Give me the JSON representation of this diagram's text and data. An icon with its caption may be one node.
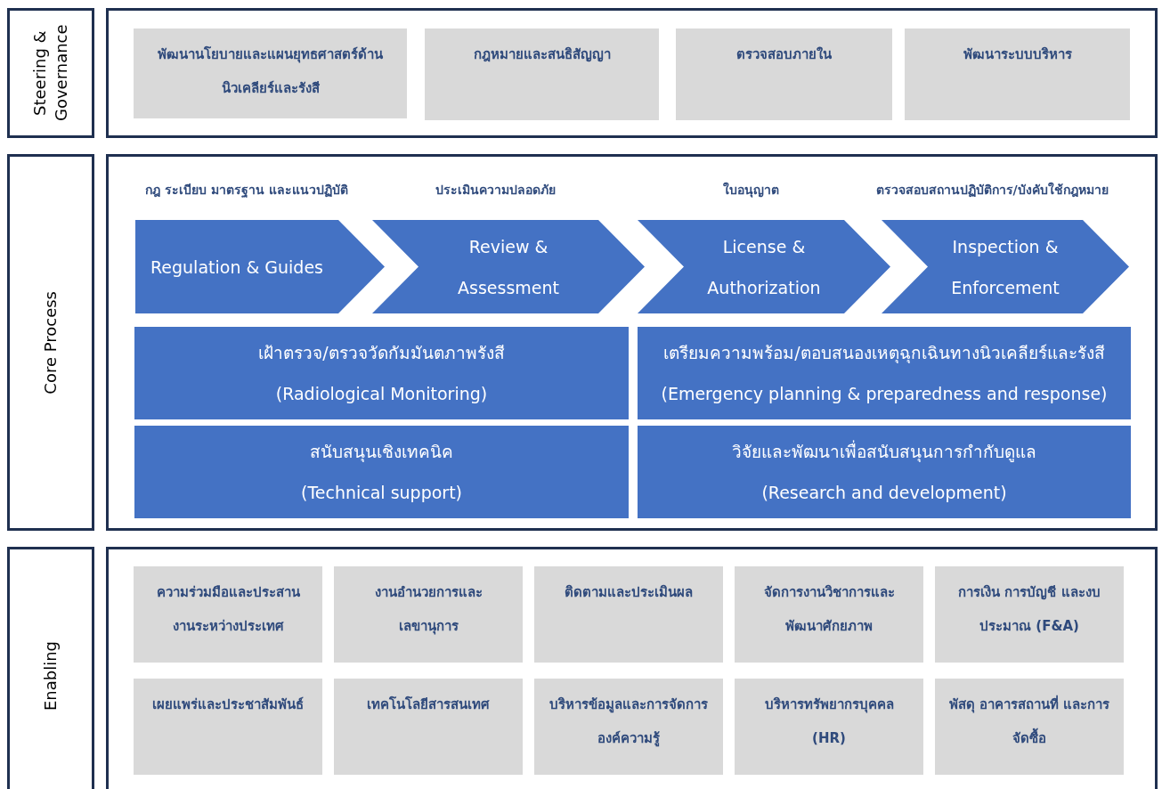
{
  "diagram": {
    "nodes": [
      {
        "text": [
          "Steering & Governance"
        ]
      },
      {
        "text": [],
        "shape": "box"
      },
      {
        "text": [
          "พัฒนานโยบายและแผนยุทธศาสตร์ด้านนิวเคลียร์และรังสี"
        ],
        "in": 1
      },
      {
        "text": [
          "กฎหมายและสนธิสัญญา"
        ],
        "in": 1
      },
      {
        "text": [
          "ตรวจสอบภายใน"
        ],
        "in": 1
      },
      {
        "text": [
          "พัฒนาระบบบริหาร"
        ],
        "in": 1
      },
      {
        "text": [
          "Core Process"
        ]
      },
      {
        "text": [],
        "shape": "box"
      },
      {
        "text": [
          "กฎ ระเบียบ มาตรฐาน และแนวปฏิบัติ",
          "Regulation & Guides"
        ],
        "in": 7
      },
      {
        "text": [
          "ประเมินความปลอดภัย",
          "Review & Assessment"
        ],
        "in": 7
      },
      {
        "text": [
          "ใบอนุญาต",
          "License & Authorization"
        ],
        "in": 7
      },
      {
        "text": [
          "ตรวจสอบสถานปฏิบัติการ/บังคับใช้กฎหมาย",
          "Inspection & Enforcement"
        ],
        "in": 7
      },
      {
        "text": [
          "เฝ้าตรวจ/ตรวจวัดกัมมันตภาพรังสี",
          "(Radiological Monitoring)"
        ],
        "in": 7
      },
      {
        "text": [
          "เตรียมความพร้อม/ตอบสนองเหตุฉุกเฉินทางนิวเคลียร์และรังสี",
          "(Emergency planning & preparedness and response)"
        ],
        "in": 7
      },
      {
        "text": [
          "สนับสนุนเชิงเทคนิค",
          "(Technical support)"
        ],
        "in": 7
      },
      {
        "text": [
          "วิจัยและพัฒนาเพื่อสนับสนุนการกำกับดูแล",
          "(Research and development)"
        ],
        "in": 7
      },
      {
        "text": [
          "Enabling"
        ]
      },
      {
        "text": [],
        "shape": "box"
      },
      {
        "text": [
          "ความร่วมมือและประสานงานระหว่างประเทศ"
        ],
        "in": 17
      },
      {
        "text": [
          "งานอำนวยการและเลขานุการ"
        ],
        "in": 17
      },
      {
        "text": [
          "ติดตามและประเมินผล"
        ],
        "in": 17
      },
      {
        "text": [
          "จัดการงานวิชาการและพัฒนาศักยภาพ"
        ],
        "in": 17
      },
      {
        "text": [
          "การเงิน การบัญชี และงบประมาณ (F&A)"
        ],
        "in": 17
      },
      {
        "text": [
          "เผยแพร่และประชาสัมพันธ์"
        ],
        "in": 17
      },
      {
        "text": [
          "เทคโนโลยีสารสนเทศ"
        ],
        "in": 17
      },
      {
        "text": [
          "บริหารข้อมูลและการจัดการองค์ความรู้"
        ],
        "in": 17
      },
      {
        "text": [
          "บริหารทรัพยากรบุคคล (HR)"
        ],
        "in": 17
      },
      {
        "text": [
          "พัสดุ อาคารสถานที่ และการจัดซื้อ"
        ],
        "in": 17
      }
    ]
  }
}
